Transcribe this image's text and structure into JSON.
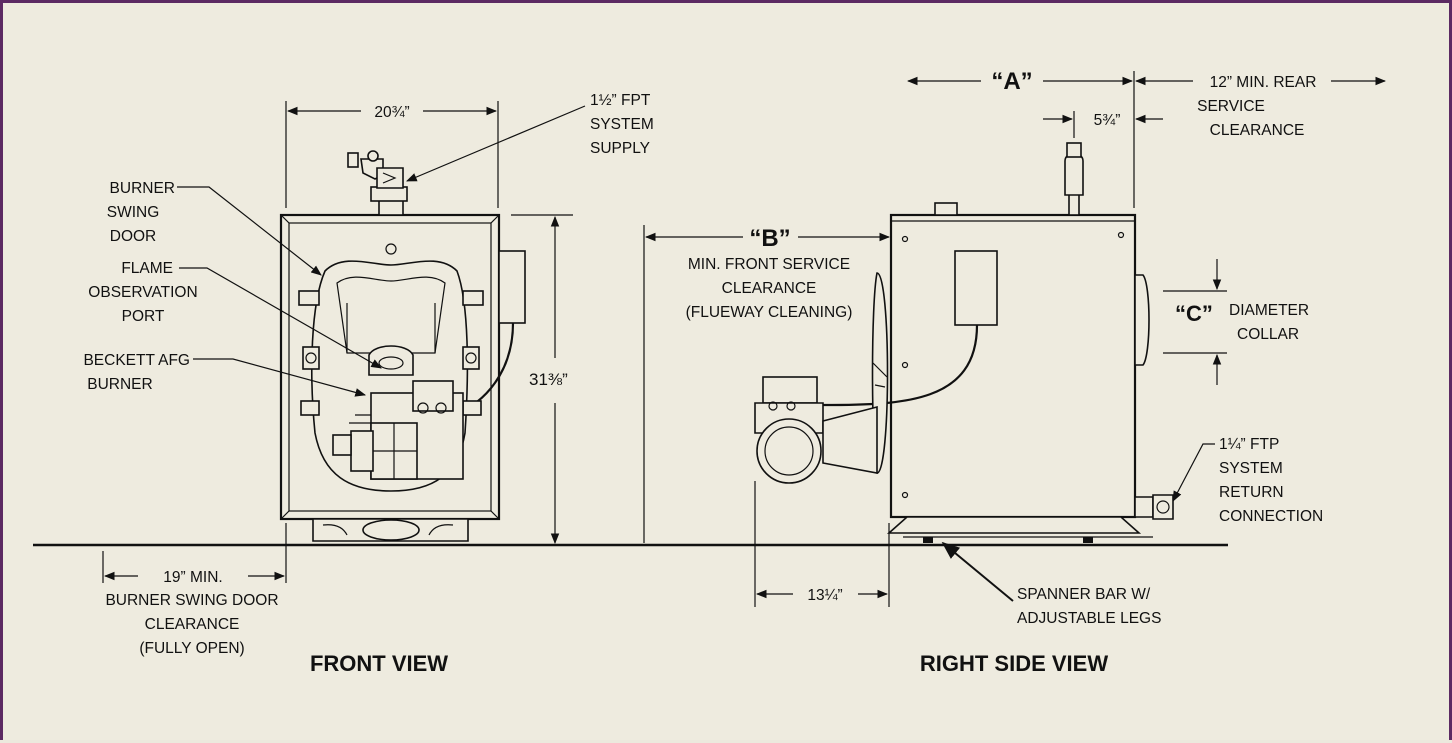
{
  "colors": {
    "background": "#eeebdf",
    "frame": "#5c2a63",
    "ink": "#111111"
  },
  "front_view": {
    "title": "FRONT VIEW",
    "width_dim": "20¾”",
    "height_dim": "31⅜”",
    "supply_label": [
      "1½” FPT",
      "SYSTEM",
      "SUPPLY"
    ],
    "burner_door_label": [
      "BURNER",
      "SWING",
      "DOOR"
    ],
    "flame_port_label": [
      "FLAME",
      "OBSERVATION",
      "PORT"
    ],
    "burner_label": [
      "BECKETT AFG",
      "BURNER"
    ],
    "swing_clearance_dim": "19” MIN.",
    "swing_clearance_label": [
      "BURNER SWING DOOR",
      "CLEARANCE",
      "(FULLY OPEN)"
    ]
  },
  "side_view": {
    "title": "RIGHT SIDE VIEW",
    "dim_a": "“A”",
    "rear_clearance": [
      "12” MIN. REAR",
      "SERVICE",
      "CLEARANCE"
    ],
    "dim_supply_offset": "5¾”",
    "dim_b": "“B”",
    "front_clearance": [
      "MIN. FRONT SERVICE",
      "CLEARANCE",
      "(FLUEWAY CLEANING)"
    ],
    "dim_c": "“C”",
    "collar_label": [
      "DIAMETER",
      "COLLAR"
    ],
    "return_label": [
      "1¼” FTP",
      "SYSTEM",
      "RETURN",
      "CONNECTION"
    ],
    "burner_projection_dim": "13¼”",
    "spanner_label": [
      "SPANNER BAR W/",
      "ADJUSTABLE LEGS"
    ]
  }
}
